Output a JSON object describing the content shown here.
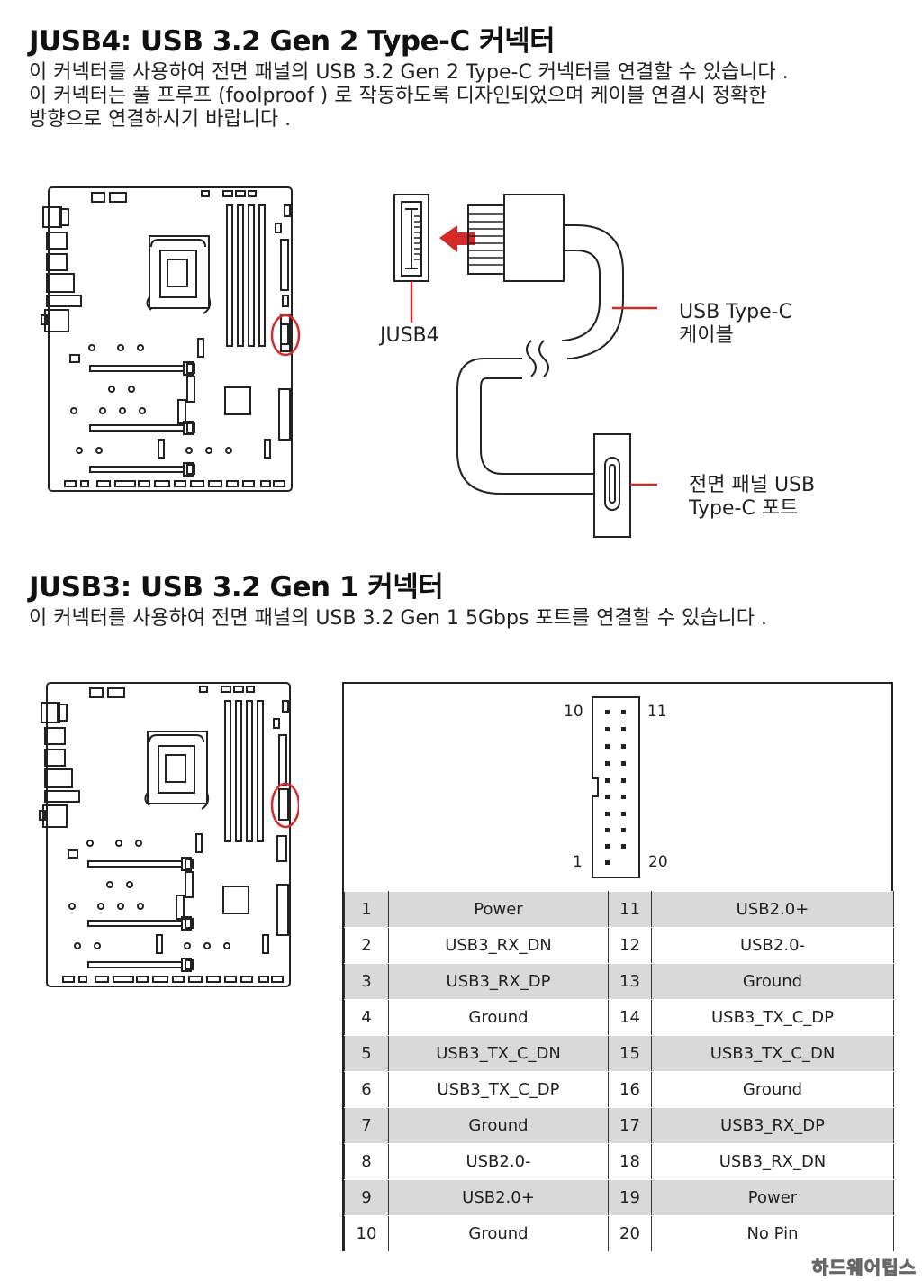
{
  "jusb4": {
    "title": "JUSB4: USB 3.2 Gen 2 Type-C 커넥터",
    "desc": [
      "이 커넥터를 사용하여 전면 패널의 USB 3.2 Gen 2 Type-C 커넥터를 연결할 수 있습니다 .",
      "이 커넥터는 풀 프루프 (foolproof ) 로 작동하도록 디자인되었으며 케이블 연결시 정확한",
      "방향으로 연결하시기 바랍니다 ."
    ],
    "connector_label": "JUSB4",
    "cable_label": [
      "USB Type-C",
      "케이블"
    ],
    "port_label": [
      "전면 패널 USB",
      "Type-C 포트"
    ]
  },
  "jusb3": {
    "title": "JUSB3: USB 3.2 Gen 1 커넥터",
    "desc": "이 커넥터를 사용하여 전면 패널의 USB 3.2 Gen 1 5Gbps 포트를 연결할 수 있습니다 .",
    "header_pins": {
      "top_left": "10",
      "top_right": "11",
      "bottom_left": "1",
      "bottom_right": "20"
    },
    "pins": [
      {
        "a_num": "1",
        "a_sig": "Power",
        "b_num": "11",
        "b_sig": "USB2.0+"
      },
      {
        "a_num": "2",
        "a_sig": "USB3_RX_DN",
        "b_num": "12",
        "b_sig": "USB2.0-"
      },
      {
        "a_num": "3",
        "a_sig": "USB3_RX_DP",
        "b_num": "13",
        "b_sig": "Ground"
      },
      {
        "a_num": "4",
        "a_sig": "Ground",
        "b_num": "14",
        "b_sig": "USB3_TX_C_DP"
      },
      {
        "a_num": "5",
        "a_sig": "USB3_TX_C_DN",
        "b_num": "15",
        "b_sig": "USB3_TX_C_DN"
      },
      {
        "a_num": "6",
        "a_sig": "USB3_TX_C_DP",
        "b_num": "16",
        "b_sig": "Ground"
      },
      {
        "a_num": "7",
        "a_sig": "Ground",
        "b_num": "17",
        "b_sig": "USB3_RX_DP"
      },
      {
        "a_num": "8",
        "a_sig": "USB2.0-",
        "b_num": "18",
        "b_sig": "USB3_RX_DN"
      },
      {
        "a_num": "9",
        "a_sig": "USB2.0+",
        "b_num": "19",
        "b_sig": "Power"
      },
      {
        "a_num": "10",
        "a_sig": "Ground",
        "b_num": "20",
        "b_sig": "No Pin"
      }
    ]
  },
  "watermark": "하드웨어팁스",
  "colors": {
    "highlight": "#d42a2a",
    "row_shade": "#d9d9d9",
    "ink": "#222222"
  }
}
